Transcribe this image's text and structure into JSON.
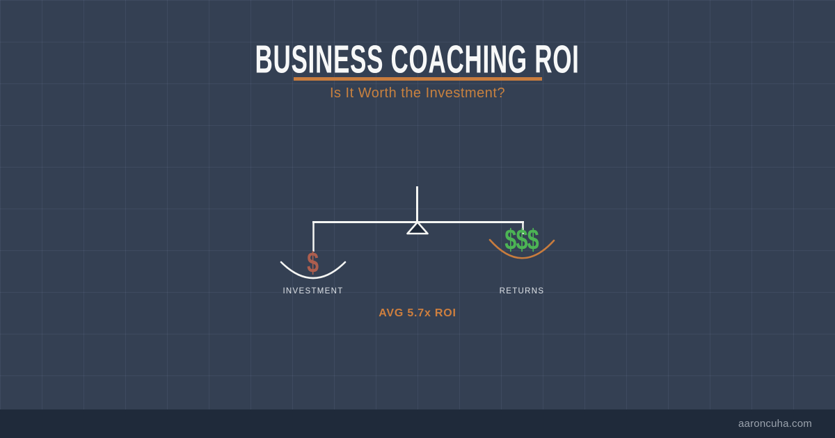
{
  "header": {
    "title": "BUSINESS COACHING ROI",
    "subtitle": "Is It Worth the Investment?"
  },
  "diagram": {
    "type": "balance-scale",
    "left_pan": {
      "symbol": "$",
      "label": "INVESTMENT"
    },
    "right_pan": {
      "symbol": "$$$",
      "label": "RETURNS"
    },
    "stat": "AVG 5.7x ROI"
  },
  "footer": {
    "website": "aaroncuha.com"
  },
  "colors": {
    "background": "#344053",
    "grid_line": "#3C4A5E",
    "accent_orange": "#C87C3E",
    "subtitle_orange": "#C8813F",
    "stat_orange": "#CF7F3E",
    "investment_dollar": "#AD5E4E",
    "returns_dollar": "#4CB454",
    "scale_white": "#F4F5F3",
    "label_gray": "#DDE1E6",
    "fulcrum_fill": "#1E2939",
    "footer_bg": "#1F2A3A",
    "footer_text": "#9AA2AD"
  }
}
